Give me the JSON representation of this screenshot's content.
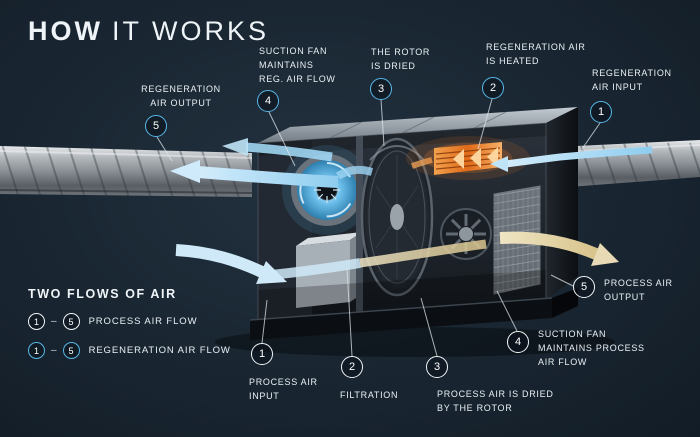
{
  "title": {
    "bold": "HOW",
    "rest": "IT WORKS"
  },
  "legend": {
    "heading": "TWO FLOWS OF AIR",
    "dash": "–",
    "rows": [
      {
        "from": "1",
        "to": "5",
        "label": "PROCESS AIR FLOW"
      },
      {
        "from": "1",
        "to": "5",
        "label": "REGENERATION AIR FLOW"
      }
    ]
  },
  "callouts": [
    {
      "num": "5",
      "label": "REGENERATION\nAIR OUTPUT"
    },
    {
      "num": "4",
      "label": "SUCTION FAN\nMAINTAINS\nREG. AIR FLOW"
    },
    {
      "num": "3",
      "label": "THE ROTOR\nIS DRIED"
    },
    {
      "num": "2",
      "label": "REGENERATION AIR\nIS HEATED"
    },
    {
      "num": "1",
      "label": "REGENERATION\nAIR INPUT"
    },
    {
      "num": "1",
      "label": "PROCESS AIR\nINPUT"
    },
    {
      "num": "2",
      "label": "FILTRATION"
    },
    {
      "num": "3",
      "label": "PROCESS AIR IS DRIED\nBY THE ROTOR"
    },
    {
      "num": "4",
      "label": "SUCTION FAN\nMAINTAINS PROCESS\nAIR FLOW"
    },
    {
      "num": "5",
      "label": "PROCESS AIR\nOUTPUT"
    }
  ],
  "colors": {
    "regeneration_accent": "#57b8e7",
    "process_accent": "#ffffff",
    "heater_orange": "#e06a18",
    "process_output_tan": "#e0cf9f",
    "background": "#1a2733"
  }
}
